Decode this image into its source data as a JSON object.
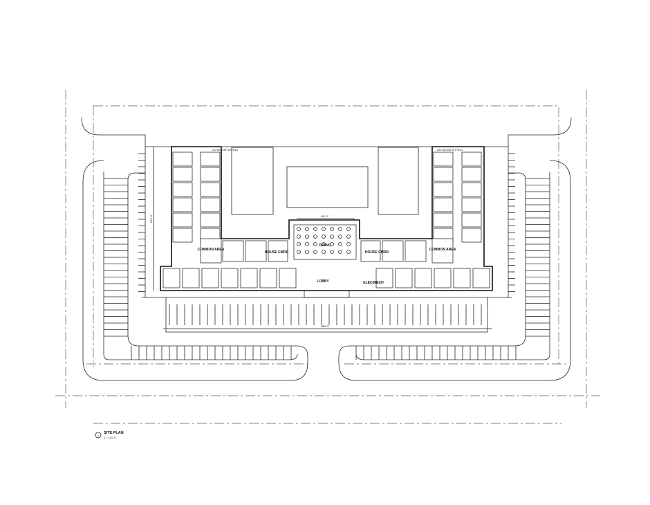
{
  "drawing": {
    "title": "SITE PLAN",
    "scale": "1\" = 20'-0\"",
    "detail_number": "1"
  },
  "labels": {
    "common_area_left": "COMMON AREA",
    "common_area_right": "COMMON AREA",
    "house_left": "HOUSE CMDR",
    "house_right": "HOUSE CMDR",
    "dining": "DINING",
    "lobby": "LOBBY",
    "elec_mech": "ELEC/MECH",
    "outdoor_left": "OUTDOOR SITTING",
    "outdoor_right": "OUTDOOR SITTING"
  },
  "dimensions": {
    "overall_width": "388'-0\"",
    "dining_width": "60'-0\"",
    "wing_length": "193'-0\""
  }
}
